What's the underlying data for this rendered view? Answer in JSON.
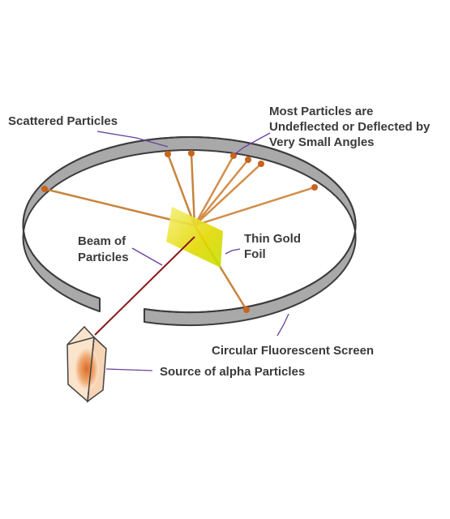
{
  "labels": {
    "scattered": "Scattered Particles",
    "most_line1": "Most Particles are",
    "most_line2": "Undeflected or Deflected by",
    "most_line3": "Very Small Angles",
    "beam_line1": "Beam of",
    "beam_line2": "Particles",
    "foil_line1": "Thin Gold",
    "foil_line2": "Foil",
    "screen": "Circular Fluorescent Screen",
    "source": "Source of alpha Particles"
  },
  "colors": {
    "screen_fill": "#a9a9a9",
    "screen_stroke": "#3c3c3c",
    "foil": "#e8e000",
    "beam": "#8b1a1a",
    "particle_track": "#c8843c",
    "hit_dot": "#c8641e",
    "pointer": "#6a3fa0"
  }
}
